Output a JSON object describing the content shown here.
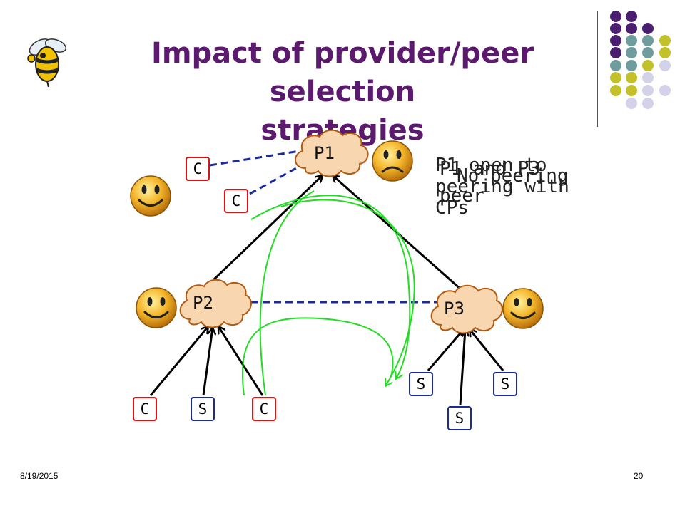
{
  "slide": {
    "title_line1": "Impact of provider/peer selection",
    "title_line2": "strategies",
    "date": "8/19/2015",
    "page_number": "20"
  },
  "nodes": {
    "p1": "P1",
    "p2": "P2",
    "p3": "P3"
  },
  "boxes": {
    "c_top1": "C",
    "c_top2": "C",
    "p2_c_left": "C",
    "p2_s": "S",
    "p2_c_right": "C",
    "p3_s_left": "S",
    "p3_s_mid": "S",
    "p3_s_right": "S"
  },
  "notes": {
    "note1": "P1 open to",
    "note2": "peering with",
    "note3": "CPs",
    "note4": "P1 and P3",
    "note5": "peer",
    "note6": "No peering"
  },
  "colors": {
    "title": "#5b1a6e",
    "client_border": "#dd1111",
    "server_border": "#1a2a99",
    "peering_line": "#1a2a99",
    "traffic": "#22dd22",
    "dot_purple": "#4b1f6f",
    "dot_teal": "#6f9c9c",
    "dot_olive": "#c2c12a",
    "dot_lavender": "#d4d2e8"
  },
  "icons": [
    "bee-mascot-icon",
    "smiley-icon",
    "frown-icon"
  ]
}
